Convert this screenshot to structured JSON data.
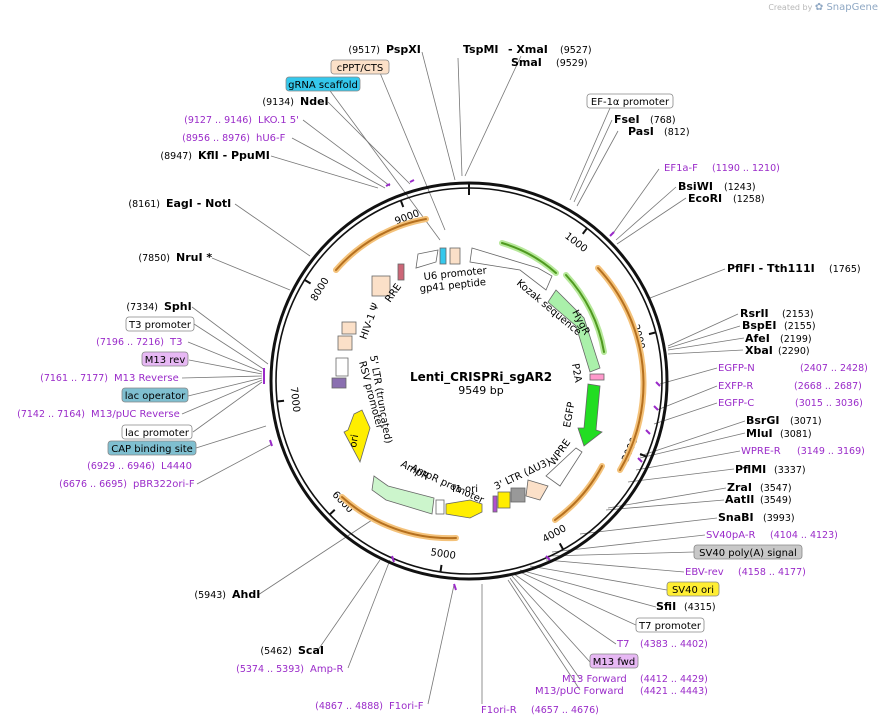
{
  "header": {
    "created_by": "Created by",
    "brand": "SnapGene"
  },
  "plasmid": {
    "name": "Lenti_CRISPRi_sgAR2",
    "length_label": "9549 bp",
    "length": 9549
  },
  "ticks": [
    "1000",
    "2000",
    "3000",
    "4000",
    "5000",
    "6000",
    "7000",
    "8000",
    "9000"
  ],
  "sites": [
    {
      "num": "(9517)",
      "name": "PspXI"
    },
    {
      "name": "TspMI"
    },
    {
      "name": "-  XmaI",
      "num": "(9527)"
    },
    {
      "name": "SmaI",
      "num": "(9529)"
    },
    {
      "num": "(9134)",
      "name": "NdeI"
    },
    {
      "num": "(8947)",
      "name": "KflI   -  PpuMI"
    },
    {
      "num": "(8161)",
      "name": "EagI   -  NotI"
    },
    {
      "num": "(7850)",
      "name": "NruI *"
    },
    {
      "num": "(7334)",
      "name": "SphI"
    },
    {
      "num": "(5943)",
      "name": "AhdI"
    },
    {
      "num": "(5462)",
      "name": "ScaI"
    },
    {
      "name": "FseI",
      "num": "(768)"
    },
    {
      "name": "PasI",
      "num": "(812)"
    },
    {
      "name": "BsiWI",
      "num": "(1243)"
    },
    {
      "name": "EcoRI",
      "num": "(1258)"
    },
    {
      "name": "PflFI   -  Tth111I",
      "num": "(1765)"
    },
    {
      "name": "RsrII",
      "num": "(2153)"
    },
    {
      "name": "BspEI",
      "num": "(2155)"
    },
    {
      "name": "AfeI",
      "num": "(2199)"
    },
    {
      "name": "XbaI",
      "num": "(2290)"
    },
    {
      "name": "BsrGI",
      "num": "(3071)"
    },
    {
      "name": "MluI",
      "num": "(3081)"
    },
    {
      "name": "PflMI",
      "num": "(3337)"
    },
    {
      "name": "ZraI",
      "num": "(3547)"
    },
    {
      "name": "AatII",
      "num": "(3549)"
    },
    {
      "name": "SnaBI",
      "num": "(3993)"
    },
    {
      "name": "SfiI",
      "num": "(4315)"
    }
  ],
  "primers": [
    {
      "num": "(9127 .. 9146)",
      "name": "LKO.1 5'"
    },
    {
      "num": "(8956 .. 8976)",
      "name": "hU6-F"
    },
    {
      "num": "(7196 .. 7216)",
      "name": "T3"
    },
    {
      "num": "(7161 .. 7177)",
      "name": "M13 Reverse"
    },
    {
      "num": "(7142 .. 7164)",
      "name": "M13/pUC Reverse"
    },
    {
      "num": "(6929 .. 6946)",
      "name": "L4440"
    },
    {
      "num": "(6676 .. 6695)",
      "name": "pBR322ori-F"
    },
    {
      "num": "(5374 .. 5393)",
      "name": "Amp-R"
    },
    {
      "num": "(4867 .. 4888)",
      "name": "F1ori-F"
    },
    {
      "name": "F1ori-R",
      "num": "(4657 .. 4676)"
    },
    {
      "name": "EF1a-F",
      "num": "(1190 .. 1210)"
    },
    {
      "name": "EGFP-N",
      "num": "(2407 .. 2428)"
    },
    {
      "name": "EXFP-R",
      "num": "(2668 .. 2687)"
    },
    {
      "name": "EGFP-C",
      "num": "(3015 .. 3036)"
    },
    {
      "name": "WPRE-R",
      "num": "(3149 .. 3169)"
    },
    {
      "name": "SV40pA-R",
      "num": "(4104 .. 4123)"
    },
    {
      "name": "EBV-rev",
      "num": "(4158 .. 4177)"
    },
    {
      "name": "T7",
      "num": "(4383 .. 4402)"
    },
    {
      "name": "M13 Forward",
      "num": "(4412 .. 4429)"
    },
    {
      "name": "M13/pUC Forward",
      "num": "(4421 .. 4443)"
    }
  ],
  "boxed": [
    {
      "label": "cPPT/CTS",
      "fill": "#fbe0c8"
    },
    {
      "label": "gRNA scaffold",
      "fill": "#35c8ec"
    },
    {
      "label": "T3 promoter",
      "fill": "#ffffff"
    },
    {
      "label": "M13 rev",
      "fill": "#e7b8f4"
    },
    {
      "label": "lac operator",
      "fill": "#7fbfd0"
    },
    {
      "label": "lac promoter",
      "fill": "#ffffff"
    },
    {
      "label": "CAP binding site",
      "fill": "#7fbfd0"
    },
    {
      "label": "EF-1α promoter",
      "fill": "#ffffff"
    },
    {
      "label": "SV40 poly(A) signal",
      "fill": "#c8c8c8"
    },
    {
      "label": "SV40 ori",
      "fill": "#ffee33"
    },
    {
      "label": "T7 promoter",
      "fill": "#ffffff"
    },
    {
      "label": "M13 fwd",
      "fill": "#e7b8f4"
    }
  ],
  "features": [
    {
      "label": "U6 promoter"
    },
    {
      "label": "gp41 peptide"
    },
    {
      "label": "RRE"
    },
    {
      "label": "HIV-1 Ψ"
    },
    {
      "label": "5' LTR (truncated)"
    },
    {
      "label": "RSV promoter"
    },
    {
      "label": "ori"
    },
    {
      "label": "AmpR promoter"
    },
    {
      "label": "AmpR"
    },
    {
      "label": "f1 ori"
    },
    {
      "label": "3' LTR (ΔU3)"
    },
    {
      "label": "WPRE"
    },
    {
      "label": "EGFP"
    },
    {
      "label": "P2A"
    },
    {
      "label": "HygR"
    },
    {
      "label": "Kozak sequence"
    }
  ],
  "colors": {
    "primer": "#9a2bc9",
    "orf": "#f0a030",
    "green_orf": "#55aa22",
    "hygr": "#aaf0aa",
    "egfp": "#22dd22",
    "ori": "#ffee00",
    "ltr": "#fbe0c8"
  }
}
